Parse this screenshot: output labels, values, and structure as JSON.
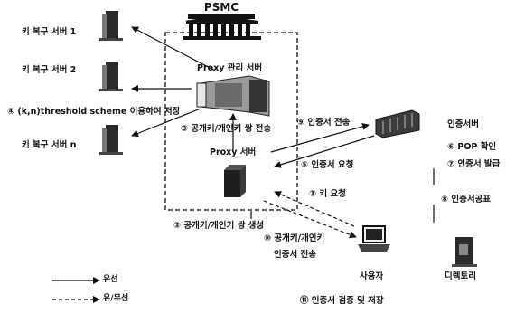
{
  "title": "PSMC",
  "recovery_servers": [
    "키 복구 서버 1",
    "키 복구 서버 2",
    "키 복구 서버 n"
  ],
  "proxy_manager": "Proxy 관리 서버",
  "proxy_server": "Proxy 서버",
  "ca": "인증서버",
  "user": "사용자",
  "directory": "디렉토리",
  "steps": {
    "s1": "① 키 요청",
    "s2": "② 공개키/개인키 쌍 생성",
    "s3": "③ 공개키/개인키 쌍 전송",
    "s4": "④ (k,n)threshold scheme 이용하여 저장",
    "s5": "⑤ 인증서 요청",
    "s6": "⑥ POP 확인",
    "s7": "⑦ 인증서 발급",
    "s8": "⑧ 인증서공표",
    "s9": "⑨ 인증서 전송",
    "s10_line1": "⑩ 공개키/개인키",
    "s10_line2": "인증서 전송",
    "s11": "⑪ 인증서 검증 및 저장"
  },
  "legend": {
    "wired": "유선",
    "wireless": "유/무선"
  }
}
